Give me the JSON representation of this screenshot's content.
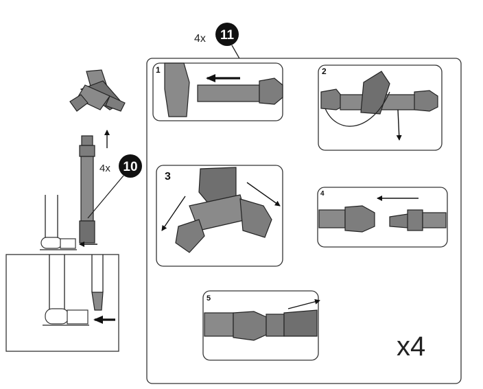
{
  "callouts": {
    "part11": {
      "qty": "4x",
      "number": "11"
    },
    "part10": {
      "qty": "4x",
      "number": "10"
    }
  },
  "steps": [
    {
      "label": "1"
    },
    {
      "label": "2"
    },
    {
      "label": "3"
    },
    {
      "label": "4"
    },
    {
      "label": "5"
    }
  ],
  "repeat_label": "x4",
  "colors": {
    "strap": "#8a8a8a",
    "badge": "#111111",
    "outline": "#222222"
  }
}
